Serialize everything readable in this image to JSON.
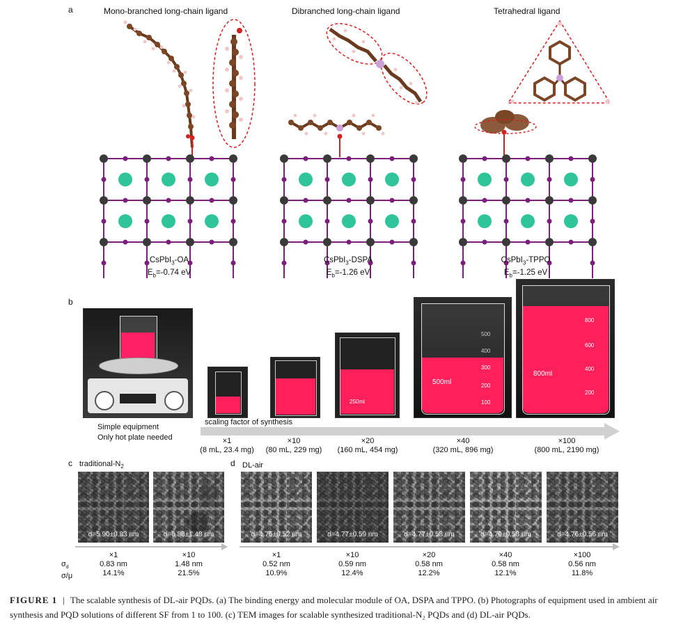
{
  "panel_a": {
    "letter": "a",
    "columns": [
      {
        "title": "Mono-branched long-chain ligand",
        "formula_pre": "CsPbI",
        "formula_sub": "3",
        "formula_post": "-OA",
        "energy_pre": "E",
        "energy_sub": "b",
        "energy_post": "=-0.74 eV"
      },
      {
        "title": "Dibranched long-chain ligand",
        "formula_pre": "CsPbI",
        "formula_sub": "3",
        "formula_post": "-DSPA",
        "energy_pre": "E",
        "energy_sub": "b",
        "energy_post": "=-1.26 eV"
      },
      {
        "title": "Tetrahedral ligand",
        "formula_pre": "CsPbI",
        "formula_sub": "3",
        "formula_post": "-TPPO",
        "energy_pre": "E",
        "energy_sub": "b",
        "energy_post": "=-1.25 eV"
      }
    ]
  },
  "panel_b": {
    "letter": "b",
    "equipment_line1": "Simple equipment",
    "equipment_line2": "Only hot plate needed",
    "scaling_label": "scaling factor of synthesis",
    "beakers": [
      {
        "factor": "×1",
        "detail": "(8 mL, 23.4 mg)"
      },
      {
        "factor": "×10",
        "detail": "(80 mL, 229 mg)"
      },
      {
        "factor": "×20",
        "detail": "(160 mL, 454 mg)"
      },
      {
        "factor": "×40",
        "detail": "(320 mL, 896 mg)"
      },
      {
        "factor": "×100",
        "detail": "(800 mL, 2190 mg)"
      }
    ],
    "beaker_marks": {
      "b3": [
        "250ml"
      ],
      "b4": [
        "500ml",
        "300",
        "200",
        "100",
        "400",
        "500"
      ],
      "b5": [
        "800ml",
        "800",
        "600",
        "400",
        "200"
      ]
    }
  },
  "panel_c": {
    "letter": "c",
    "title_pre": "traditional-N",
    "title_sub": "2",
    "images": [
      {
        "label": "d=5.90±0.83 nm",
        "factor": "×1",
        "sigma": "0.83 nm",
        "ratio": "14.1%"
      },
      {
        "label": "d=6.88±1.48 nm",
        "factor": "×10",
        "sigma": "1.48 nm",
        "ratio": "21.5%"
      }
    ],
    "sigma_label": "σ",
    "sigma_sub": "d",
    "ratio_label": "σ/μ"
  },
  "panel_d": {
    "letter": "d",
    "title": "DL-air",
    "images": [
      {
        "label": "d=4.75±0.52 nm",
        "factor": "×1",
        "sigma": "0.52 nm",
        "ratio": "10.9%"
      },
      {
        "label": "d=4.77±0.59 nm",
        "factor": "×10",
        "sigma": "0.59 nm",
        "ratio": "12.4%"
      },
      {
        "label": "d=4.77±0.58 nm",
        "factor": "×20",
        "sigma": "0.58 nm",
        "ratio": "12.2%"
      },
      {
        "label": "d=4.79±0.58 nm",
        "factor": "×40",
        "sigma": "0.58 nm",
        "ratio": "12.1%"
      },
      {
        "label": "d=4.76±0.56 nm",
        "factor": "×100",
        "sigma": "0.56 nm",
        "ratio": "11.8%"
      }
    ]
  },
  "caption": {
    "label": "FIGURE 1",
    "separator": "|",
    "text": "The scalable synthesis of DL-air PQDs. (a) The binding energy and molecular module of OA, DSPA and TPPO. (b) Photographs of equipment used in ambient air synthesis and PQD solutions of different SF from 1 to 100. (c) TEM images for scalable synthesized traditional-N₂ PQDs and (d) DL-air PQDs."
  },
  "colors": {
    "cs_atom": "#2fc49a",
    "pb_atom": "#3a3a3a",
    "i_atom": "#7a1f7a",
    "solution": "#ff1f5a",
    "dashed": "#d62020",
    "arrow": "#d0d0d0"
  }
}
